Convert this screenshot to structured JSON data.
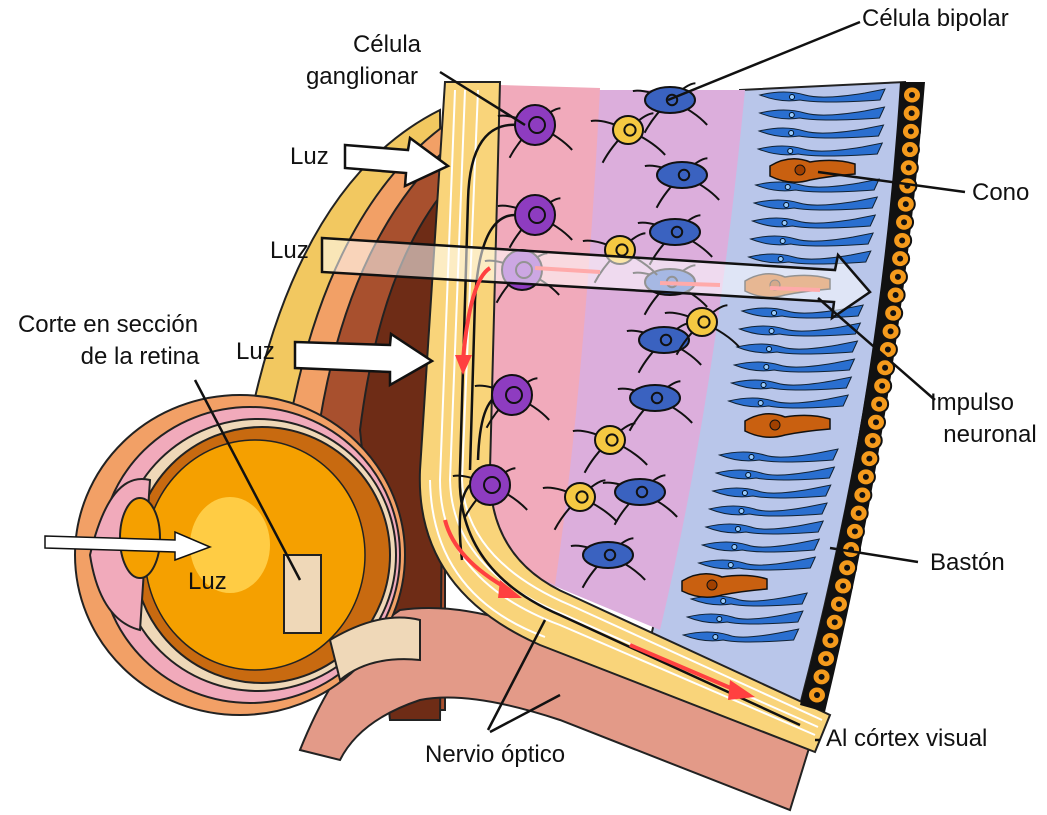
{
  "labels": {
    "ganglion_line1": "Célula",
    "ganglion_line2": "ganglionar",
    "bipolar": "Célula bipolar",
    "light_1": "Luz",
    "light_2": "Luz",
    "light_3": "Luz",
    "light_eye": "Luz",
    "cone": "Cono",
    "section_line1": "Corte en sección",
    "section_line2": "de la retina",
    "impulse_line1": "Impulso",
    "impulse_line2": "neuronal",
    "rod": "Bastón",
    "optic_nerve": "Nervio óptico",
    "visual_cortex": "Al córtex visual"
  },
  "colors": {
    "nerve_fiber": "#f9d47a",
    "ganglion_layer": "#f1aabb",
    "bipolar_layer": "#dcaedc",
    "photoreceptor_layer": "#b9c6ea",
    "ganglion_cell": "#8e3cc0",
    "bipolar_cell": "#3a62c0",
    "amacrine_cell": "#f5c842",
    "rod_cell": "#2a6fd0",
    "cone_cell": "#c96010",
    "pigment": "#f49a1c",
    "impulse": "#ff4040"
  }
}
